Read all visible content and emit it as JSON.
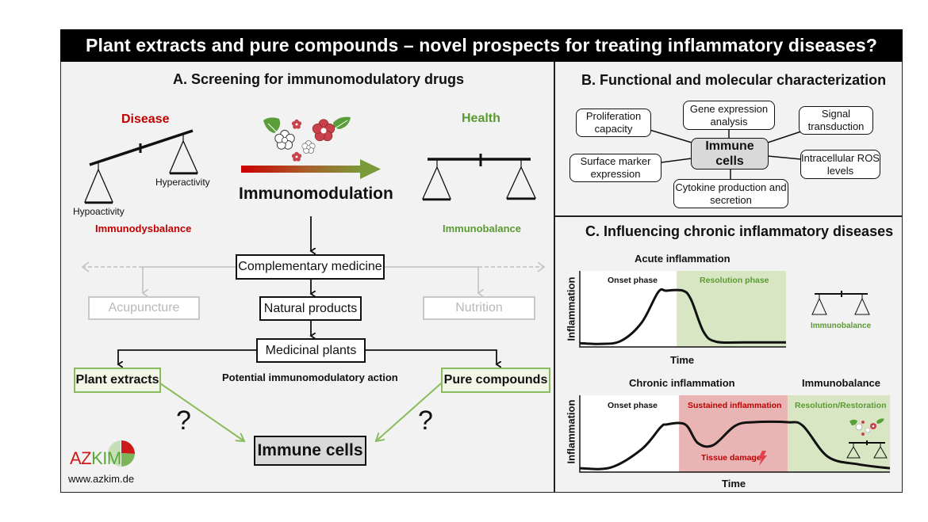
{
  "title": "Plant extracts and pure compounds – novel prospects for treating inflammatory diseases?",
  "panel_a": {
    "title": "A. Screening for immunomodulatory drugs",
    "disease_label": "Disease",
    "health_label": "Health",
    "hyperactivity": "Hyperactivity",
    "hypoactivity": "Hypoactivity",
    "immunodysbalance": "Immunodysbalance",
    "immunobalance": "Immunobalance",
    "immunomodulation": "Immunomodulation",
    "flow": {
      "complementary_medicine": "Complementary medicine",
      "acupuncture": "Acupuncture",
      "nutrition": "Nutrition",
      "natural_products": "Natural products",
      "medicinal_plants": "Medicinal plants",
      "plant_extracts": "Plant extracts",
      "pure_compounds": "Pure compounds",
      "potential_action": "Potential immunomodulatory action",
      "question_mark": "?",
      "immune_cells": "Immune cells"
    },
    "logo": {
      "az": "AZ",
      "kim": "KIM",
      "url": "www.azkim.de"
    }
  },
  "panel_b": {
    "title": "B. Functional and molecular characterization",
    "center": "Immune cells",
    "nodes": [
      "Proliferation capacity",
      "Gene expression analysis",
      "Signal transduction",
      "Surface marker expression",
      "Intracellular ROS levels",
      "Cytokine production and secretion"
    ]
  },
  "panel_c": {
    "title": "C. Influencing chronic inflammatory diseases",
    "acute": {
      "title": "Acute inflammation",
      "ylabel": "Inflammation",
      "xlabel": "Time",
      "phases": [
        "Onset phase",
        "Resolution phase"
      ],
      "side_label": "Immunobalance"
    },
    "chronic": {
      "title": "Chronic inflammation",
      "title_right": "Immunobalance",
      "ylabel": "Inflammation",
      "xlabel": "Time",
      "phases": [
        "Onset phase",
        "Sustained inflammation",
        "Resolution/Restoration"
      ],
      "annotation": "Tissue damage"
    }
  },
  "colors": {
    "disease_red": "#c00000",
    "health_green": "#5b9a32",
    "resolution_bg": "#d8e6c4",
    "sustained_bg": "#e8b4b4",
    "box_green_border": "#8bbb5c",
    "grey": "#c0c0c0"
  },
  "chart_data": [
    {
      "type": "line",
      "title": "Acute inflammation",
      "xlabel": "Time",
      "ylabel": "Inflammation",
      "regions": [
        {
          "label": "Onset phase",
          "x": [
            0,
            0.47
          ],
          "color": "#ffffff"
        },
        {
          "label": "Resolution phase",
          "x": [
            0.47,
            1.0
          ],
          "color": "#d8e6c4"
        }
      ],
      "x": [
        0,
        0.1,
        0.2,
        0.3,
        0.38,
        0.42,
        0.5,
        0.54,
        0.6,
        0.66,
        0.8,
        1.0
      ],
      "y": [
        0.05,
        0.04,
        0.08,
        0.32,
        0.72,
        0.74,
        0.74,
        0.62,
        0.2,
        0.07,
        0.06,
        0.06
      ],
      "xticks": [],
      "yticks": []
    },
    {
      "type": "line",
      "title": "Chronic inflammation",
      "xlabel": "Time",
      "ylabel": "Inflammation",
      "regions": [
        {
          "label": "Onset phase",
          "x": [
            0,
            0.32
          ],
          "color": "#ffffff"
        },
        {
          "label": "Sustained inflammation",
          "x": [
            0.32,
            0.67
          ],
          "color": "#e8b4b4"
        },
        {
          "label": "Resolution/Restoration",
          "x": [
            0.67,
            1.0
          ],
          "color": "#d8e6c4"
        }
      ],
      "x": [
        0,
        0.1,
        0.2,
        0.26,
        0.28,
        0.34,
        0.38,
        0.43,
        0.5,
        0.56,
        0.67,
        0.72,
        0.8,
        0.9,
        1.0
      ],
      "y": [
        0.05,
        0.06,
        0.3,
        0.58,
        0.62,
        0.62,
        0.38,
        0.35,
        0.6,
        0.65,
        0.65,
        0.6,
        0.2,
        0.1,
        0.05
      ],
      "annotations": [
        {
          "text": "Tissue damage",
          "x": 0.5,
          "y": 0.22
        }
      ],
      "xticks": [],
      "yticks": []
    }
  ]
}
